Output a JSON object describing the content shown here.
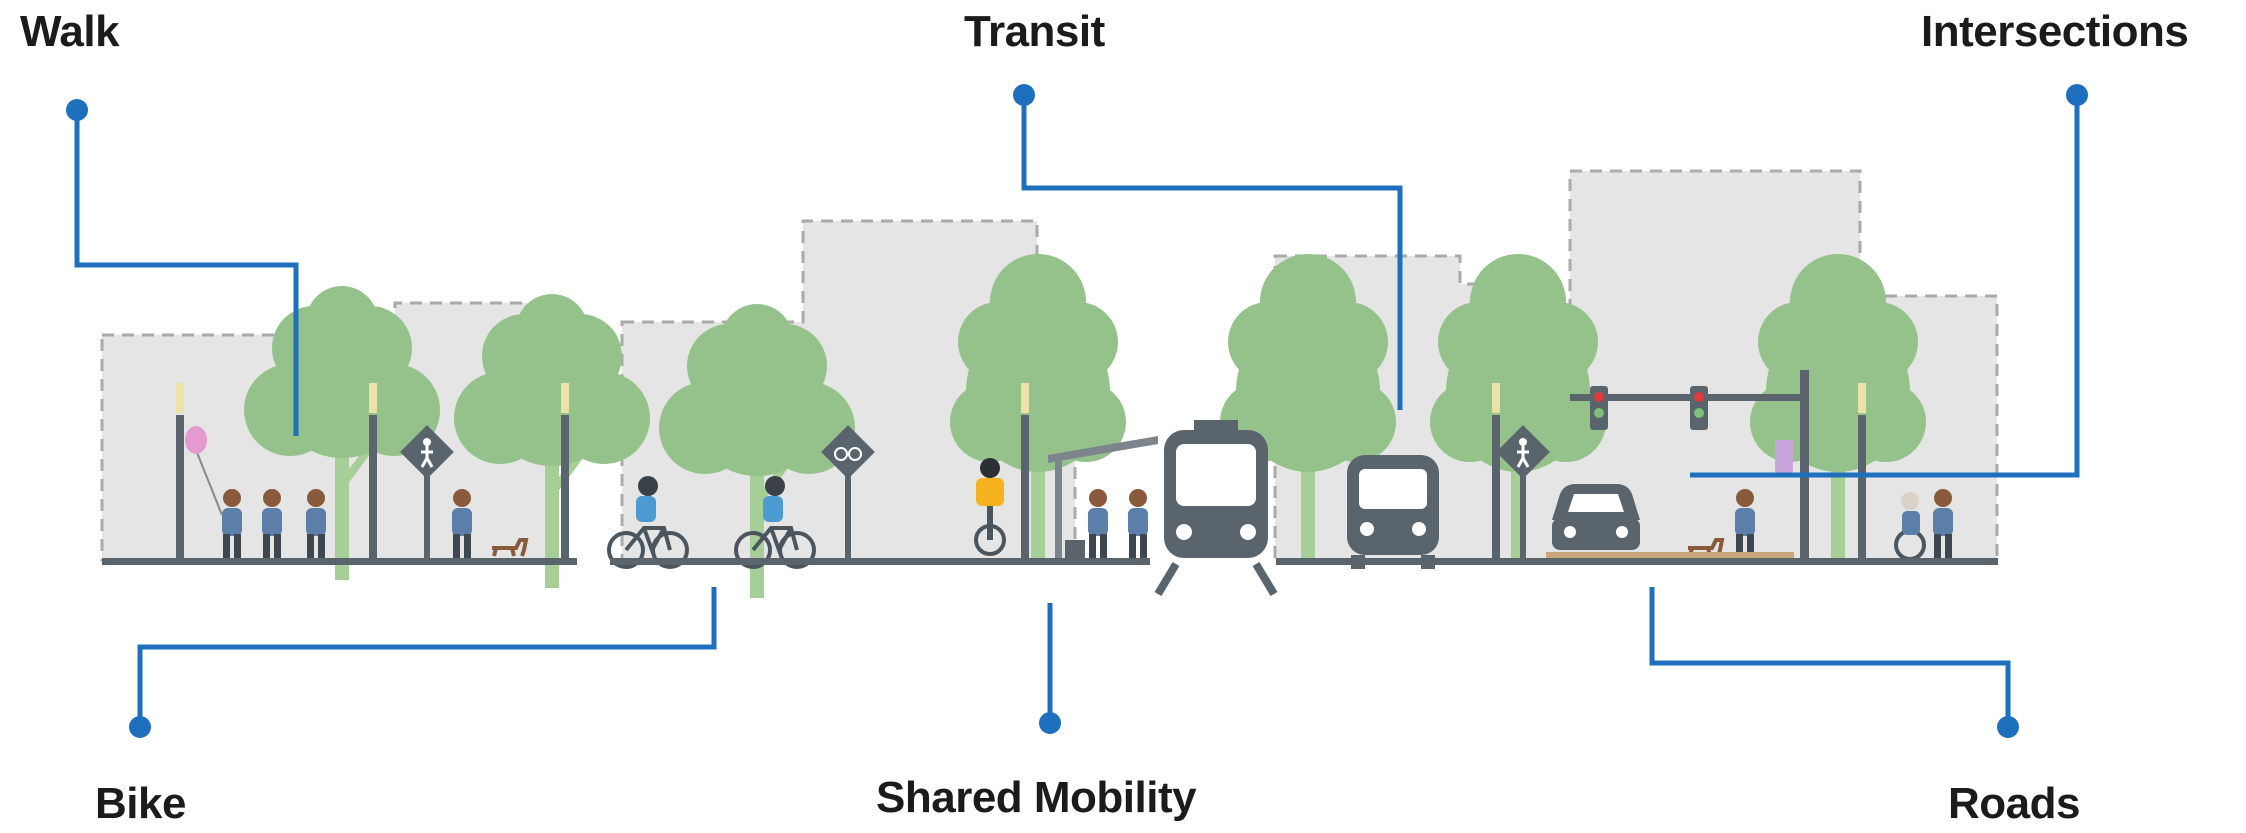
{
  "labels": {
    "walk": "Walk",
    "transit": "Transit",
    "intersections": "Intersections",
    "bike": "Bike",
    "shared_mobility": "Shared Mobility",
    "roads": "Roads"
  },
  "colors": {
    "callout": "#1f6fbf",
    "building_fill": "#e4e5e4",
    "building_outline": "#a9aaa9",
    "tree_canopy": "#94c28a",
    "tree_trunk": "#a6cf97",
    "ground": "#5a646c",
    "vehicle": "#5a646c",
    "signal_red": "#e03a3a",
    "path": "#c9a57a"
  },
  "icons": [
    "tree-icon",
    "streetlight-icon",
    "pedestrian-crossing-sign-icon",
    "bike-route-sign-icon",
    "cyclist-icon",
    "pedestrian-icon",
    "dog-walker-icon",
    "wheelchair-user-icon",
    "light-rail-train-icon",
    "bus-icon",
    "car-icon",
    "traffic-signal-icon",
    "bus-shelter-icon"
  ]
}
